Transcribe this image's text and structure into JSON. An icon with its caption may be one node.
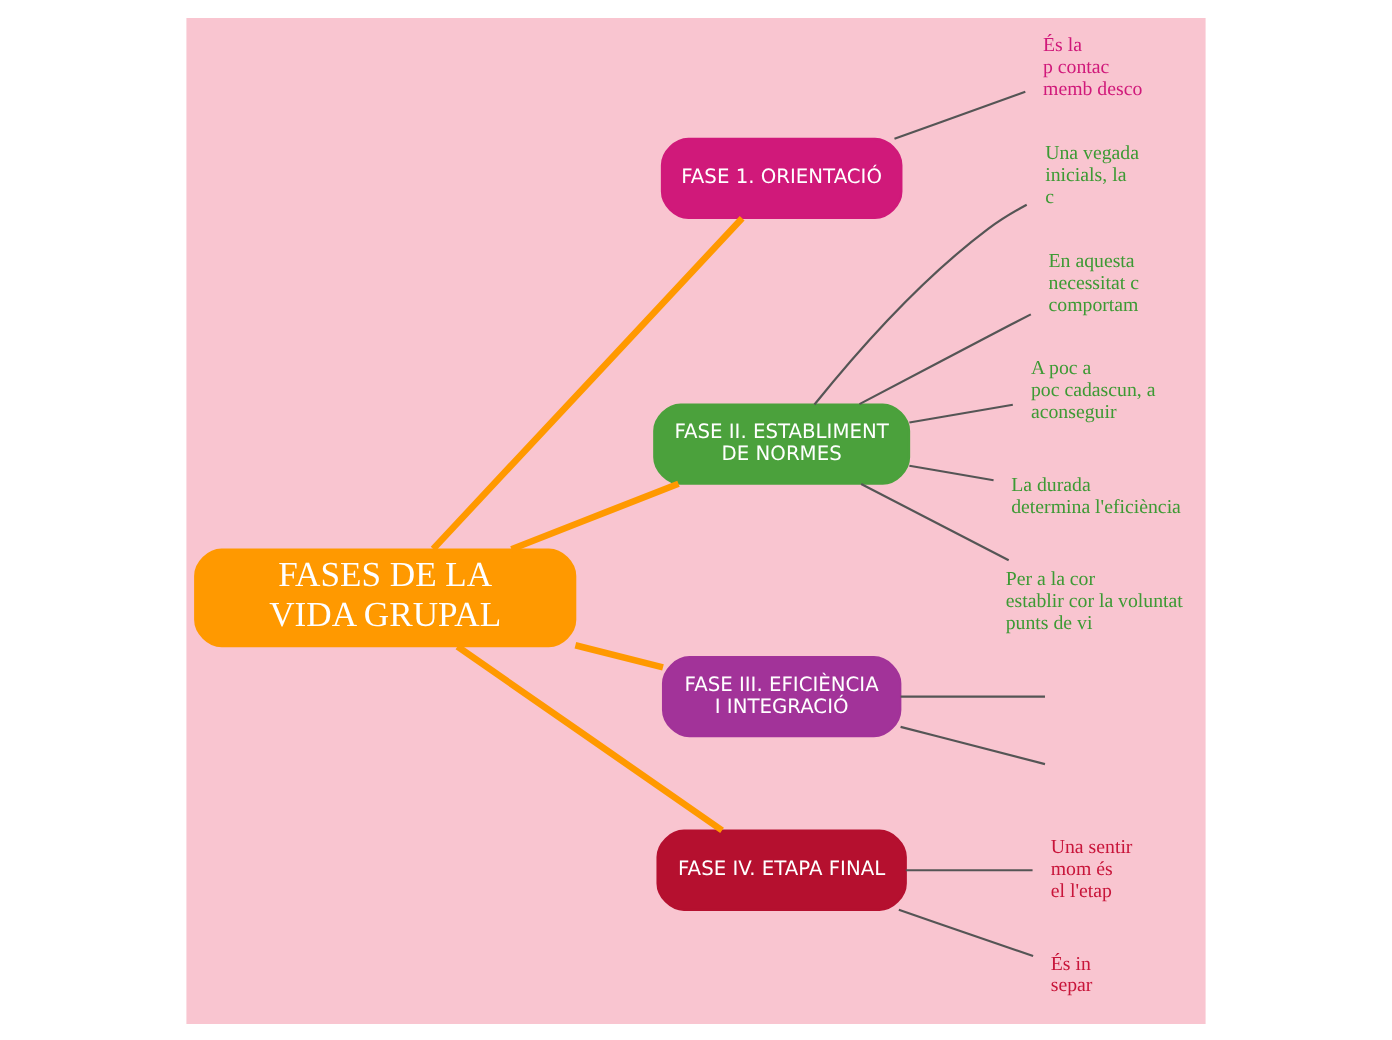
{
  "diagram": {
    "nodes": [
      {
        "text": [
          "FASES DE LA VIDA GRUPAL"
        ]
      },
      {
        "text": [
          "FASE 1. ORIENTACIÓ"
        ]
      },
      {
        "text": [
          "FASE II. ESTABLIMENT DE NORMES"
        ]
      },
      {
        "text": [
          "FASE III. EFICIÈNCIA I INTEGRACIÓ"
        ]
      },
      {
        "text": [
          "FASE IV. ETAPA FINAL"
        ]
      },
      {
        "text": [
          "És la p contac memb desco"
        ]
      },
      {
        "text": [
          "Una vegada inicials, la c"
        ]
      },
      {
        "text": [
          "En aquesta necessitat c comportam"
        ]
      },
      {
        "text": [
          "A poc a poc cadascun, a aconseguir"
        ]
      },
      {
        "text": [
          "La durada determina l'eficiència"
        ]
      },
      {
        "text": [
          "Per a la cor establir cor la voluntat punts de vi"
        ]
      },
      {
        "text": [
          "Una sentir mom és el l'etap"
        ]
      },
      {
        "text": [
          "És in separ"
        ]
      }
    ],
    "edges": [
      {
        "from": 0,
        "to": 1,
        "arrow": "none",
        "color": "#ff9900",
        "style": "thick"
      },
      {
        "from": 0,
        "to": 2,
        "arrow": "none",
        "color": "#ff9900",
        "style": "thick"
      },
      {
        "from": 0,
        "to": 3,
        "arrow": "none",
        "color": "#ff9900",
        "style": "thick"
      },
      {
        "from": 0,
        "to": 4,
        "arrow": "none",
        "color": "#ff9900",
        "style": "thick"
      },
      {
        "from": 1,
        "to": 5,
        "arrow": "none"
      },
      {
        "from": 2,
        "to": 6,
        "arrow": "none"
      },
      {
        "from": 2,
        "to": 7,
        "arrow": "none"
      },
      {
        "from": 2,
        "to": 8,
        "arrow": "none"
      },
      {
        "from": 2,
        "to": 9,
        "arrow": "none"
      },
      {
        "from": 2,
        "to": 10,
        "arrow": "none"
      },
      {
        "from": 3,
        "to": null,
        "arrow": "none"
      },
      {
        "from": 3,
        "to": null,
        "arrow": "none"
      },
      {
        "from": 4,
        "to": 11,
        "arrow": "none"
      },
      {
        "from": 4,
        "to": 12,
        "arrow": "none"
      }
    ]
  }
}
